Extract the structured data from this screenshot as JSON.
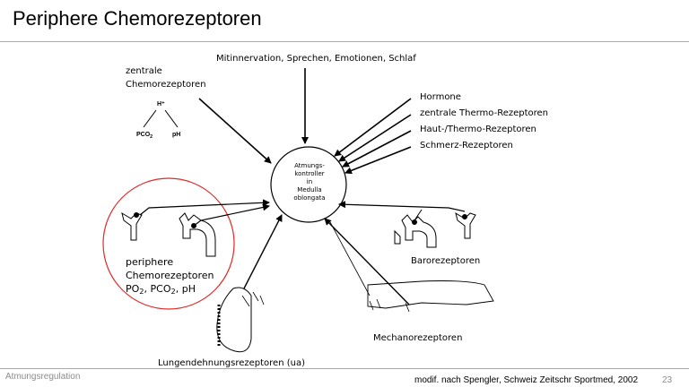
{
  "slide": {
    "title": "Periphere Chemorezeptoren",
    "footer_left": "Atmungsregulation",
    "footer_right": "modif. nach Spengler, Schweiz Zeitschr Sportmed, 2002",
    "page_number": "23"
  },
  "diagram": {
    "center": {
      "line1": "Atmungs-",
      "line2": "kontroller",
      "line3": "in",
      "line4": "Medulla",
      "line5": "oblongata"
    },
    "top_input": "Mitinnervation, Sprechen, Emotionen, Schlaf",
    "central_chemo": {
      "line1": "zentrale",
      "line2": "Chemorezeptoren",
      "h_ion": "H⁺",
      "pco2_base": "PCO",
      "pco2_sub": "2",
      "ph": "pH"
    },
    "right_inputs": [
      "Hormone",
      "zentrale Thermo-Rezeptoren",
      "Haut-/Thermo-Rezeptoren",
      "Schmerz-Rezeptoren"
    ],
    "peripheral_chemo": {
      "line1": "periphere",
      "line2": "Chemorezeptoren",
      "po2_base": "PO",
      "po2_sub": "2",
      "sep1": ", ",
      "pco2_base": "PCO",
      "pco2_sub": "2",
      "sep2": ", pH"
    },
    "baroreceptors": "Barorezeptoren",
    "mechanoreceptors": "Mechanorezeptoren",
    "lung_stretch": "Lungendehnungsrezeptoren (ua)",
    "highlight_color": "#e02a2a"
  }
}
